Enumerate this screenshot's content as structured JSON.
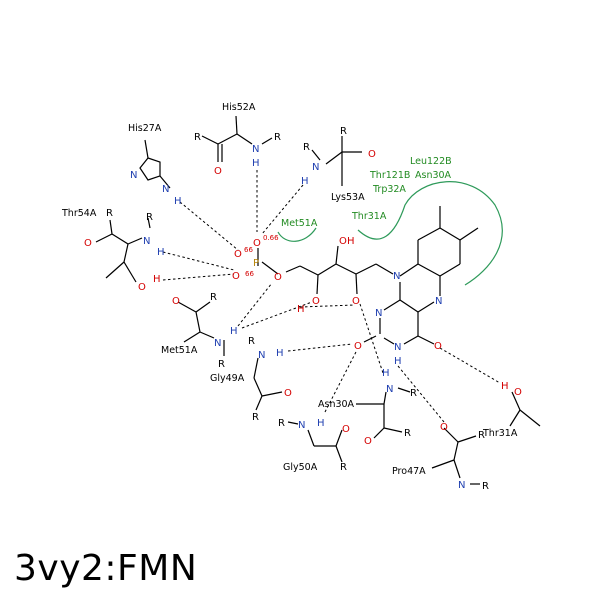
{
  "caption": "3vy2:FMN",
  "residues": {
    "his27": "His27A",
    "his52": "His52A",
    "lys53": "Lys53A",
    "thr54": "Thr54A",
    "met51a": "Met51A",
    "met51b": "Met51A",
    "gly49": "Gly49A",
    "asn30": "Asn30A",
    "gly50": "Gly50A",
    "pro47": "Pro47A",
    "thr31b": "Thr31A"
  },
  "hydrophobic": {
    "leu122": "Leu122B",
    "thr121": "Thr121B",
    "asn30": "Asn30A",
    "trp32": "Trp32A",
    "met51": "Met51A",
    "thr31": "Thr31A"
  },
  "atoms": {
    "N": "N",
    "O": "O",
    "H": "H",
    "P": "P",
    "R": "R",
    "charge": "-",
    "charge_weight": "0.66",
    "charge_short": "66"
  },
  "colors": {
    "nitrogen": "#1f3fb0",
    "oxygen": "#d40000",
    "phosphorus": "#b8860b",
    "hydrophobic": "#2e9a5a"
  }
}
